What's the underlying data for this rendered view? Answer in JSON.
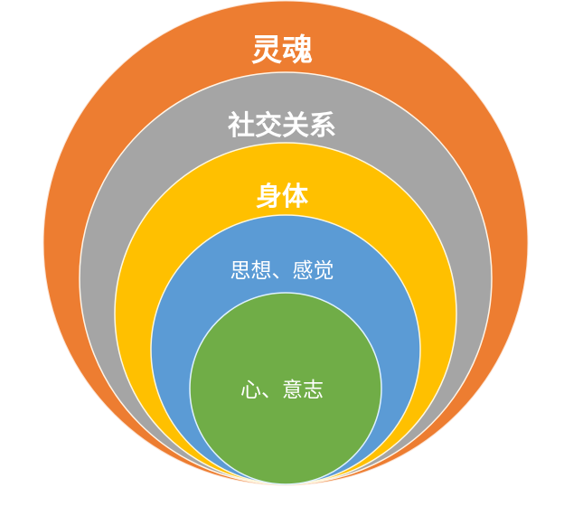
{
  "diagram": {
    "type": "nested-circles",
    "layers": [
      {
        "label": "灵魂",
        "color": "#ED7D31"
      },
      {
        "label": "社交关系",
        "color": "#A5A5A5"
      },
      {
        "label": "身体",
        "color": "#FFC000"
      },
      {
        "label": "思想、感觉",
        "color": "#5B9BD5"
      },
      {
        "label": "心、意志",
        "color": "#70AD47"
      }
    ]
  }
}
